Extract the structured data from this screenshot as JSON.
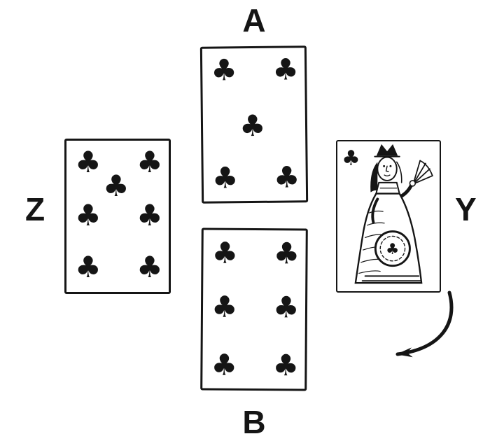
{
  "diagram": {
    "type": "card-trick-diagram",
    "suit": "clubs",
    "suit_symbol": "♣",
    "seats": {
      "top": {
        "label": "A",
        "card": "five of clubs",
        "pips": 5
      },
      "left": {
        "label": "Z",
        "card": "seven of clubs",
        "pips": 7
      },
      "right": {
        "label": "Y",
        "card": "queen of clubs"
      },
      "bottom": {
        "label": "B",
        "card": "six of clubs",
        "pips": 6
      }
    },
    "arrow": {
      "description": "curved arrow from seat Y sweeping down-left, indicating direction of play"
    },
    "colors": {
      "ink": "#151515",
      "paper": "#ffffff"
    }
  }
}
